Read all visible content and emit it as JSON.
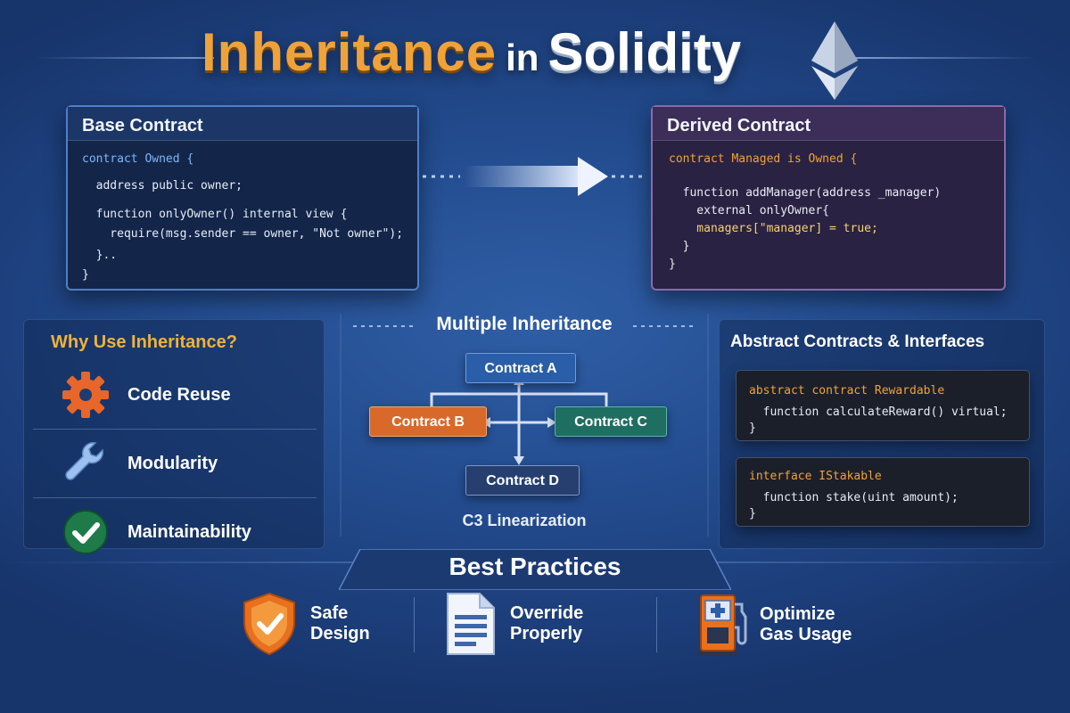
{
  "title": {
    "part1": "Inheritance",
    "part2": "in",
    "part3": "Solidity"
  },
  "colors": {
    "orange": "#f0a23a",
    "blue_accent": "#4f7fc9",
    "purple_accent": "#8a6aa8",
    "green": "#1f7a5e",
    "background": "#234c8f"
  },
  "base_contract": {
    "heading": "Base Contract",
    "lines": [
      "contract Owned {",
      "  address public owner;",
      "  function onlyOwner() internal view {",
      "    require(msg.sender == owner, \"Not owner\");",
      "  }..",
      "}"
    ]
  },
  "derived_contract": {
    "heading": "Derived Contract",
    "lines": [
      "contract Managed is Owned {",
      "  function addManager(address _manager)",
      "    external onlyOwner{",
      "    managers[\"manager] = true;",
      "  }",
      "}"
    ]
  },
  "why": {
    "title": "Why Use Inheritance?",
    "items": [
      {
        "label": "Code Reuse",
        "icon": "gear-icon"
      },
      {
        "label": "Modularity",
        "icon": "wrench-icon"
      },
      {
        "label": "Maintainability",
        "icon": "check-circle-icon"
      }
    ]
  },
  "multiple": {
    "title": "Multiple Inheritance",
    "nodes": {
      "a": "Contract A",
      "b": "Contract B",
      "c": "Contract C",
      "d": "Contract D"
    },
    "caption": "C3 Linearization"
  },
  "abstract": {
    "title": "Abstract Contracts & Interfaces",
    "box1": [
      "abstract contract Rewardable",
      "  function calculateReward() virtual;",
      "}"
    ],
    "box2": [
      "interface IStakable",
      "  function stake(uint amount);",
      "}"
    ]
  },
  "best": {
    "title": "Best Practices",
    "items": [
      {
        "line1": "Safe",
        "line2": "Design",
        "icon": "shield-check-icon"
      },
      {
        "line1": "Override",
        "line2": "Properly",
        "icon": "document-icon"
      },
      {
        "line1": "Optimize",
        "line2": "Gas Usage",
        "icon": "gas-pump-icon"
      }
    ]
  }
}
